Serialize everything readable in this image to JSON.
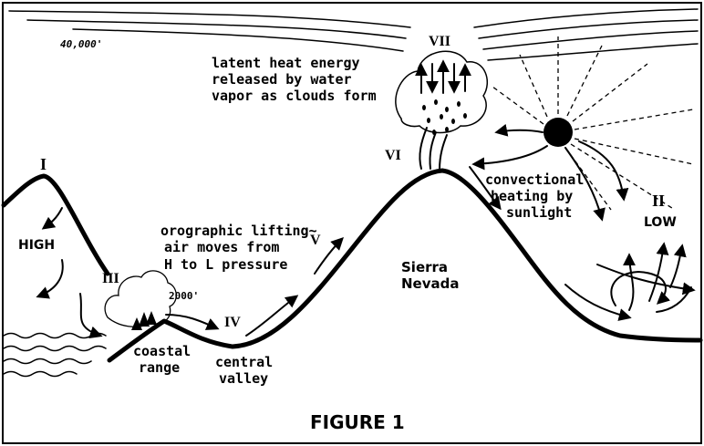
{
  "altitude_labels": {
    "top": "40,000'",
    "coastal": "2000'"
  },
  "stages": {
    "I": "I",
    "II": "II",
    "III": "III",
    "IV": "IV",
    "V": "V",
    "VI": "VI",
    "VII": "VII"
  },
  "pressure": {
    "high": "HIGH",
    "low": "LOW"
  },
  "places": {
    "coastal_line1": "coastal",
    "coastal_line2": "range",
    "valley_line1": "central",
    "valley_line2": "valley",
    "sierra_line1": "Sierra",
    "sierra_line2": "Nevada"
  },
  "notes": {
    "latent_1": "latent heat energy",
    "latent_2": "released by water",
    "latent_3": "vapor as clouds form",
    "orographic_1": "orographic lifting~",
    "orographic_2": "air moves from",
    "orographic_3": "H to L pressure",
    "convection_1": "convectional",
    "convection_2": "heating by",
    "convection_3": "sunlight"
  },
  "figure_title": "FIGURE 1"
}
